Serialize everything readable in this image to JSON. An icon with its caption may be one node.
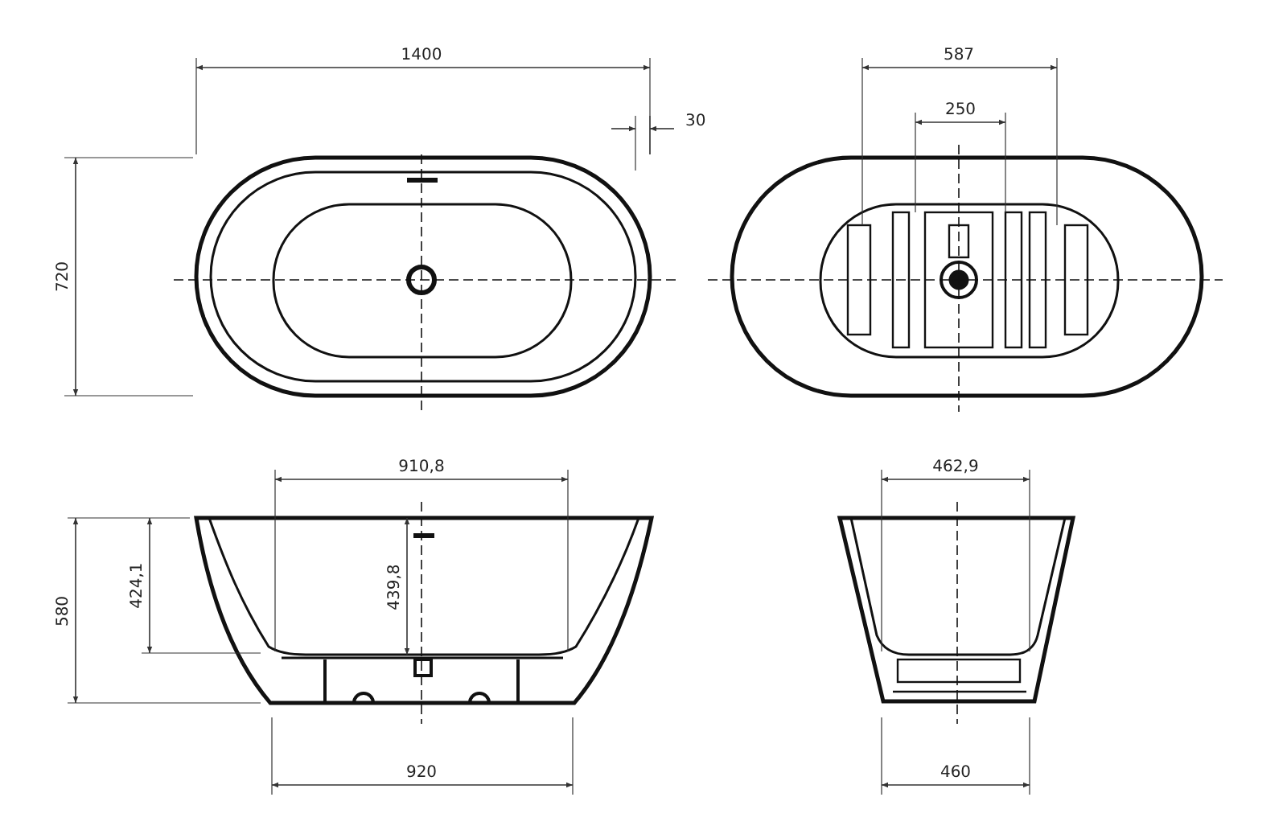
{
  "diagram": {
    "labels": [
      "1400",
      "587",
      "30",
      "250",
      "720",
      "910,8",
      "462,9",
      "580",
      "424,1",
      "439,8",
      "920",
      "460"
    ]
  }
}
